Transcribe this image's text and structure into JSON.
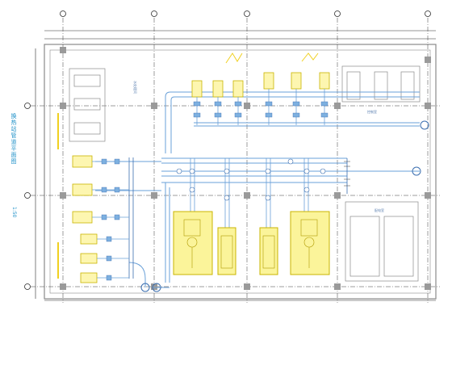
{
  "drawing": {
    "side_title": "换热站管道平面图",
    "side_scale": "1:50",
    "room_labels": {
      "top_right_room": "控制室",
      "right_lower_room": "配电室",
      "left_room": "水处理间"
    }
  },
  "colors": {
    "grid_axis": "#3a3a3a",
    "wall": "#8a8a8a",
    "pipe": "#6aa0d8",
    "pipe_dark": "#3c6fb0",
    "equipment": "#f2e24a",
    "equipment_outline": "#c9b400",
    "dimension": "#2a2a2a",
    "title": "#1e90c8"
  }
}
